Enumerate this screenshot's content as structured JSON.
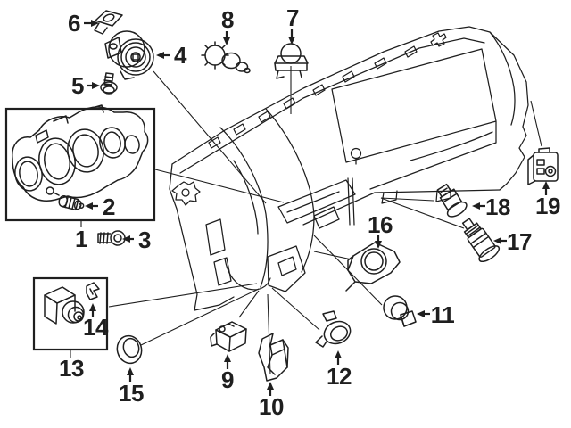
{
  "palette": {
    "background": "#ffffff",
    "ink": "#1f1f1f"
  },
  "callouts": [
    {
      "label": "1"
    },
    {
      "label": "2"
    },
    {
      "label": "3"
    },
    {
      "label": "4"
    },
    {
      "label": "5"
    },
    {
      "label": "6"
    },
    {
      "label": "7"
    },
    {
      "label": "8"
    },
    {
      "label": "9"
    },
    {
      "label": "10"
    },
    {
      "label": "11"
    },
    {
      "label": "12"
    },
    {
      "label": "13"
    },
    {
      "label": "14"
    },
    {
      "label": "15"
    },
    {
      "label": "16"
    },
    {
      "label": "17"
    },
    {
      "label": "18"
    },
    {
      "label": "19"
    }
  ]
}
